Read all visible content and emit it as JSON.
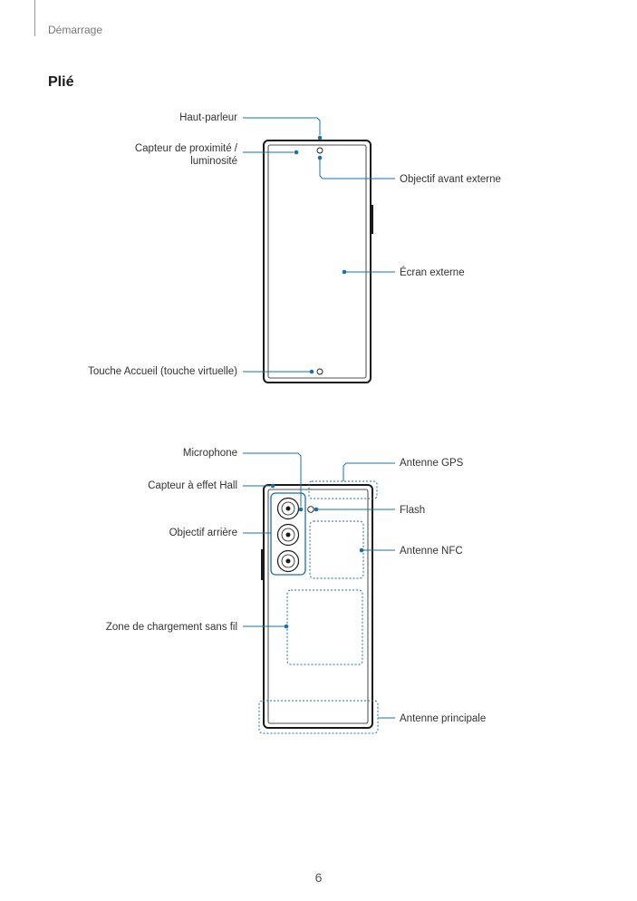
{
  "header": {
    "section": "Démarrage"
  },
  "page": {
    "title": "Plié",
    "number": "6"
  },
  "front_view": {
    "labels": {
      "speaker": "Haut-parleur",
      "proximity_sensor_line1": "Capteur de proximité /",
      "proximity_sensor_line2": "luminosité",
      "front_camera": "Objectif avant externe",
      "cover_screen": "Écran externe",
      "home_key": "Touche Accueil (touche virtuelle)"
    }
  },
  "back_view": {
    "labels": {
      "microphone": "Microphone",
      "hall_sensor": "Capteur à effet Hall",
      "rear_camera": "Objectif arrière",
      "wireless_charging": "Zone de chargement sans fil",
      "gps_antenna": "Antenne GPS",
      "flash": "Flash",
      "nfc_antenna": "Antenne NFC",
      "main_antenna": "Antenne principale"
    }
  },
  "colors": {
    "callout": "#1d6fa5",
    "outline": "#1a1a1a"
  }
}
